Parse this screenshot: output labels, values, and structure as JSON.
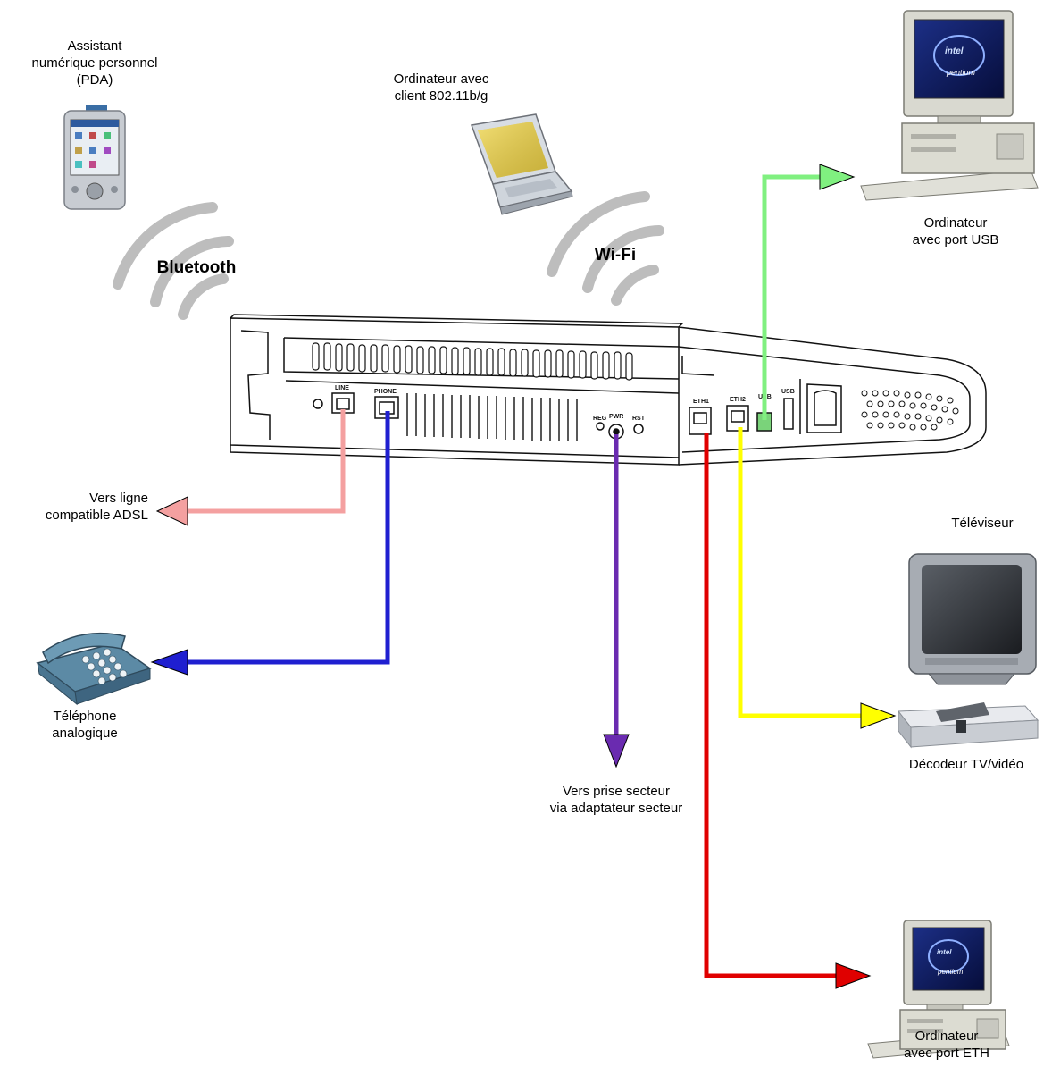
{
  "labels": {
    "pda": [
      "Assistant",
      "numérique personnel",
      "(PDA)"
    ],
    "laptop": [
      "Ordinateur avec",
      "client 802.11b/g"
    ],
    "usb_pc": [
      "Ordinateur",
      "avec port USB"
    ],
    "bluetooth": "Bluetooth",
    "wifi": "Wi-Fi",
    "adsl": [
      "Vers ligne",
      "compatible ADSL"
    ],
    "tv": "Téléviseur",
    "phone": [
      "Téléphone",
      "analogique"
    ],
    "power": [
      "Vers prise secteur",
      "via adaptateur secteur"
    ],
    "decoder": "Décodeur TV/vidéo",
    "eth_pc": [
      "Ordinateur",
      "avec port ETH"
    ]
  },
  "ports": {
    "line": "LINE",
    "phone": "PHONE",
    "reg": "REG",
    "pwr": "PWR",
    "rst": "RST",
    "eth1": "ETH1",
    "eth2": "ETH2",
    "usb": "USB",
    "usb_a": "USB"
  },
  "colors": {
    "adsl": "#f4a0a0",
    "phone": "#1f1fd0",
    "power": "#6a2bb0",
    "eth": "#e00000",
    "decoder": "#ffff00",
    "usb": "#80f080",
    "waves": "#bdbdbd"
  }
}
